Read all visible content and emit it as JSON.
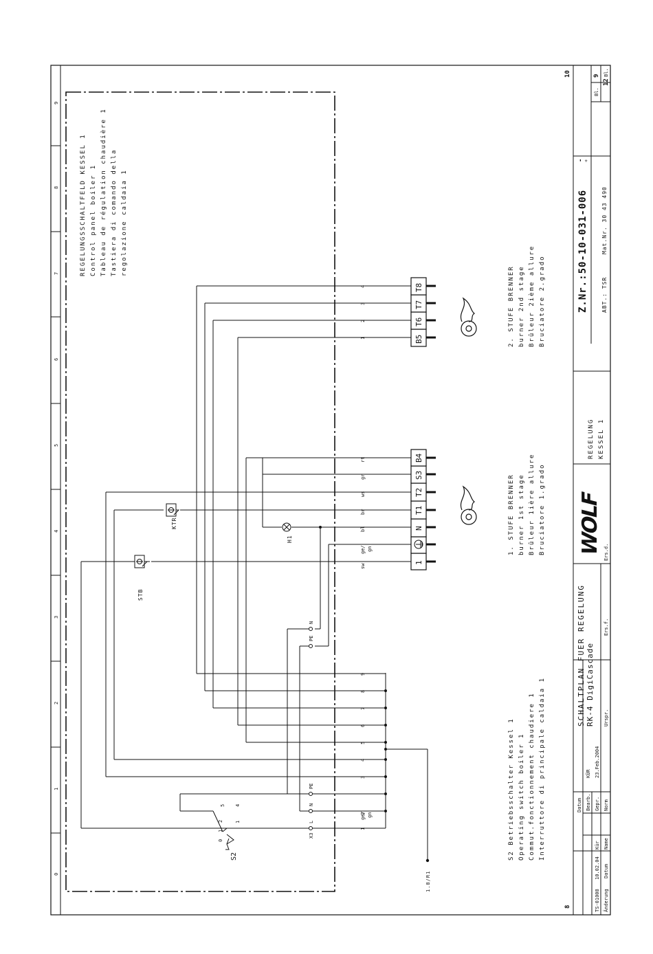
{
  "frame": {
    "top_zone_numbers": [
      "0",
      "1",
      "2",
      "3",
      "4",
      "5",
      "6",
      "7",
      "8",
      "9"
    ],
    "left_page_no": "8",
    "right_page_no": "10"
  },
  "panel": {
    "title_lines": [
      "REGELUNGSSCHALTFELD KESSEL 1",
      "Control panel boiler 1",
      "Tableau de régulation chaudière 1",
      "Tastiera di comando della",
      "regolazione caldaia 1"
    ]
  },
  "switch": {
    "designator": "S2",
    "positions": [
      "0",
      "1",
      "2"
    ],
    "contact_numbers": [
      "5",
      "4",
      "1"
    ],
    "caption": [
      "S2 Betriebsschalter Kessel 1",
      "Operating switch boiler 1",
      "Commut.fonctionnement chaudiere 1",
      "Interruttore di principale caldaia 1"
    ]
  },
  "reference": {
    "label": "1.8/R1"
  },
  "x3": {
    "label": "X3",
    "lower": [
      "L",
      "N",
      "PE"
    ],
    "upper": [
      "PE",
      "N"
    ]
  },
  "terminal_strip": {
    "numbers": [
      "1",
      "2",
      "3",
      "4",
      "5",
      "6",
      "7",
      "8",
      "9"
    ],
    "n2_top": "ge/",
    "n2_bottom": "gn"
  },
  "devices": {
    "stb": "STB",
    "ktr": "KTR",
    "lamp": "H1"
  },
  "stage1": {
    "pins": [
      "1",
      "",
      "N",
      "T1",
      "T2",
      "S3",
      "B4"
    ],
    "wires": [
      "sw",
      "ge/",
      "bl",
      "br",
      "ws",
      "gr",
      "rt"
    ],
    "wire_ge_bottom": "gn",
    "caption": [
      "1. STUFE BRENNER",
      "burner 1st stage",
      "Brûleur 1ière allure",
      "Bruciatore 1.grado"
    ]
  },
  "stage2": {
    "pins": [
      "B5",
      "T6",
      "T7",
      "T8"
    ],
    "wires": [
      "1",
      "2",
      "3",
      "4"
    ],
    "caption": [
      "2. STUFE BRENNER",
      "burner 2nd stage",
      "Brûleur 2ième allure",
      "Bruciatore 2.grado"
    ]
  },
  "titleblock": {
    "title_line1": "SCHALTPLAN FUER REGELUNG",
    "title_line2": "RK-4 DigiCascade",
    "subtitle_line1": "REGELUNG",
    "subtitle_line2": "KESSEL 1",
    "drawing_no": "Z.Nr.:50-10-031-006",
    "logo": "WOLF",
    "bearb_label": "Bearb.",
    "gepr_label": "Gepr.",
    "norm_label": "Norm",
    "datum_label": "Datum",
    "name_label": "Name",
    "aenderung_label": "Änderung",
    "bearb_name": "KÜR",
    "bearb_date": "23.Feb.2004",
    "rev_id": "TS-01008",
    "rev_date": "10.02.04",
    "rev_name": "Kür",
    "urspr": "Urspr.",
    "ersf": "Ers.f.",
    "ersd": "Ers.d.",
    "abt": "ABT.: TSR",
    "matnr": "Mat.Nr. 30 43 490",
    "sheet_label": "Bl.",
    "sheet_no": "9",
    "sheet_total": "12",
    "sheet_total_unit": "Bl.",
    "dash": "-",
    "plus": "+"
  },
  "colors": {
    "ink": "#111111",
    "paper": "#ffffff"
  }
}
